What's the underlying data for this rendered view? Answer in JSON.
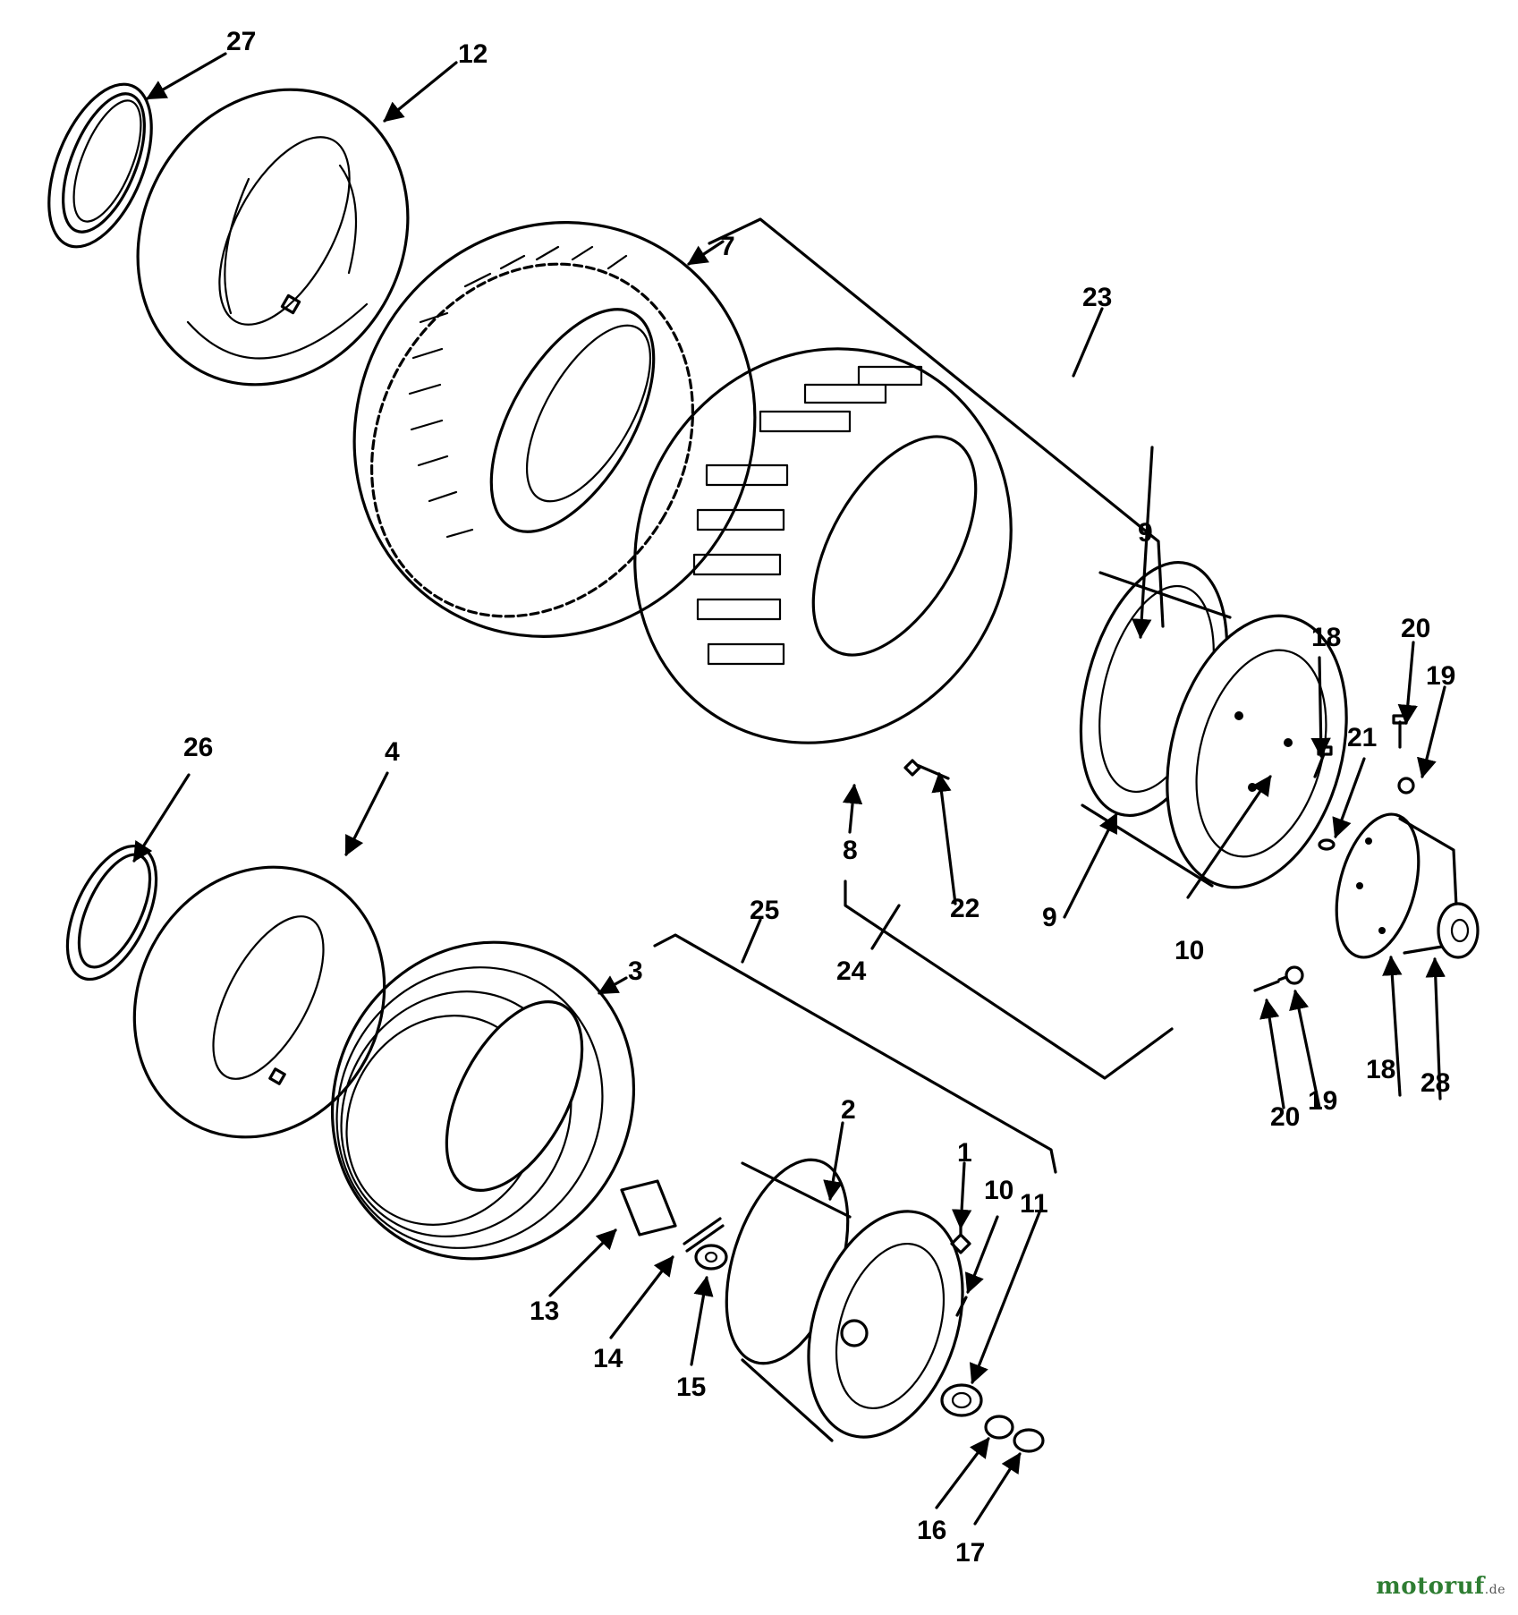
{
  "labels": {
    "l27": "27",
    "l12": "12",
    "l7": "7",
    "l23": "23",
    "l9a": "9",
    "l18a": "18",
    "l20a": "20",
    "l19a": "19",
    "l21": "21",
    "l8": "8",
    "l22": "22",
    "l9b": "9",
    "l24": "24",
    "l10a": "10",
    "l26": "26",
    "l4": "4",
    "l25": "25",
    "l3": "3",
    "l18b": "18",
    "l28": "28",
    "l20b": "20",
    "l19b": "19",
    "l2": "2",
    "l1": "1",
    "l10b": "10",
    "l11": "11",
    "l13": "13",
    "l14": "14",
    "l15": "15",
    "l16": "16",
    "l17": "17"
  },
  "watermark": {
    "brand": "motoruf",
    "domain": ".de"
  }
}
